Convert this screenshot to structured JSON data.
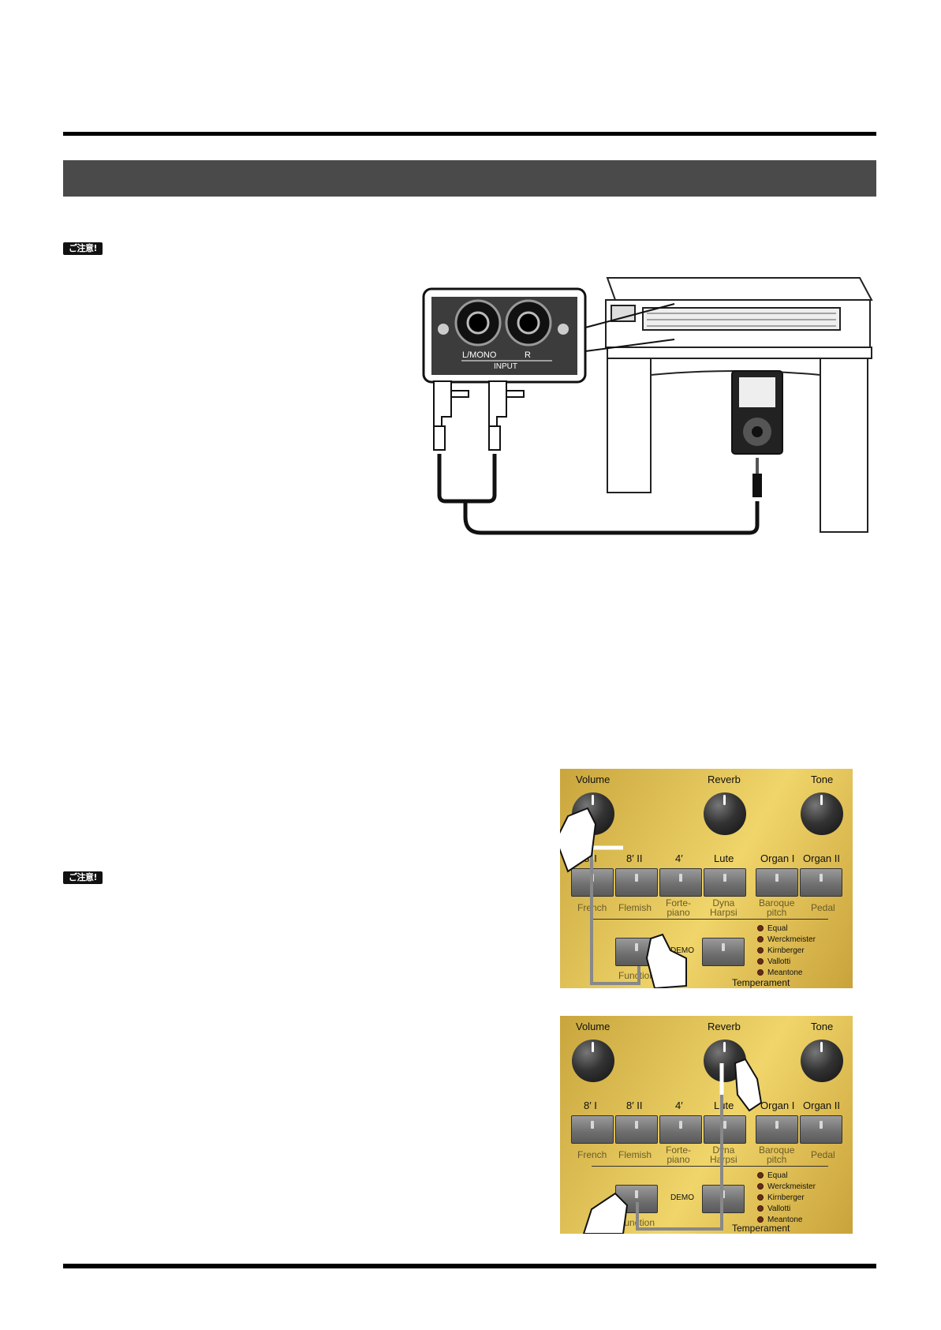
{
  "caution_label": "ご注意!",
  "input_panel": {
    "left_jack_label": "L/MONO",
    "right_jack_label": "R",
    "group_label": "INPUT"
  },
  "panel_top": {
    "knobs": [
      "Volume",
      "Reverb",
      "Tone"
    ],
    "buttons": [
      "8′ I",
      "8′ II",
      "4′",
      "Lute",
      "Organ I",
      "Organ II"
    ],
    "sublabels": [
      "French",
      "Flemish",
      "Forte-\npiano",
      "Dyna\nHarpsi",
      "Baroque\npitch",
      "Pedal"
    ],
    "temperaments": [
      "Equal",
      "Werckmeister",
      "Kirnberger",
      "Vallotti",
      "Meantone"
    ],
    "demo_label": "DEMO",
    "function_label": "Function",
    "temperament_label": "Temperament"
  },
  "panel_bottom": {
    "knobs": [
      "Volume",
      "Reverb",
      "Tone"
    ],
    "buttons": [
      "8′ I",
      "8′ II",
      "4′",
      "Lute",
      "Organ I",
      "Organ II"
    ],
    "sublabels": [
      "French",
      "Flemish",
      "Forte-\npiano",
      "Dyna\nHarpsi",
      "Baroque\npitch",
      "Pedal"
    ],
    "temperaments": [
      "Equal",
      "Werckmeister",
      "Kirnberger",
      "Vallotti",
      "Meantone"
    ],
    "demo_label": "DEMO",
    "function_label": "Function",
    "temperament_label": "Temperament"
  },
  "colors": {
    "section_bar": "#4a4a4a",
    "panel_gold": "#e8cc62",
    "cable": "#111111"
  }
}
